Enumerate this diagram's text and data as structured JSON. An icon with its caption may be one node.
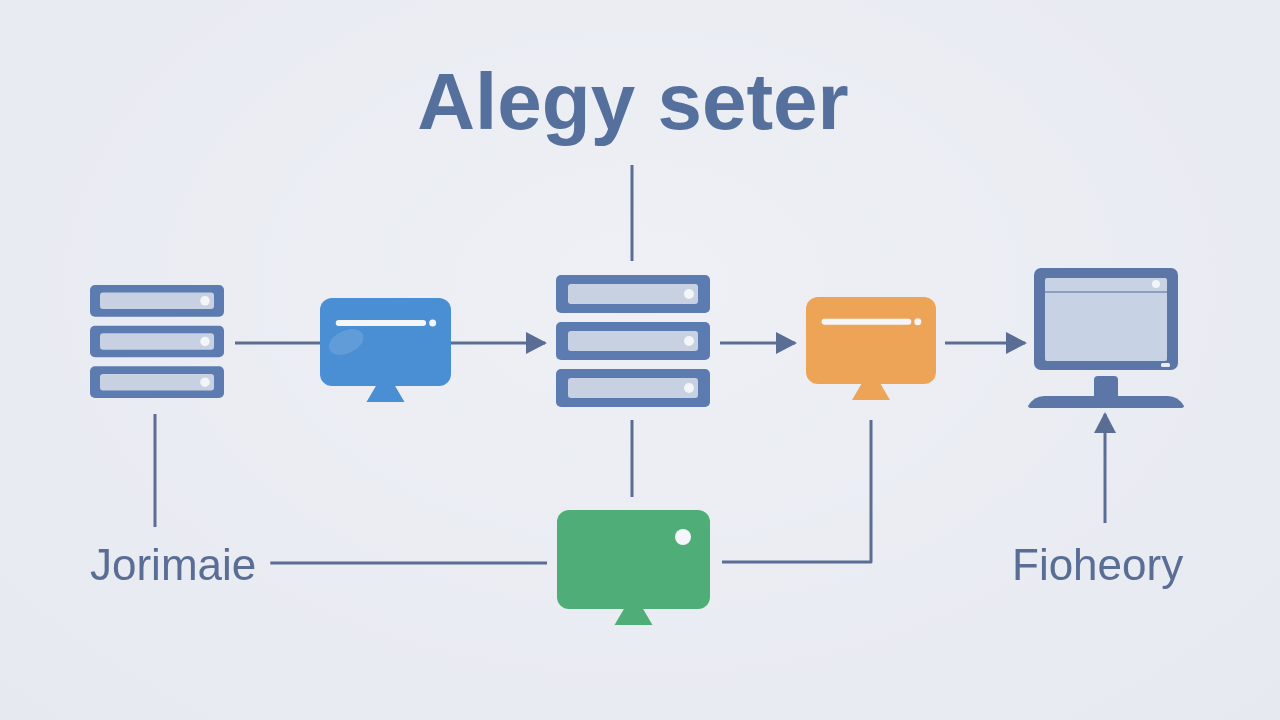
{
  "diagram": {
    "title": "Alegy seter",
    "nodes": [
      {
        "text": [],
        "shape": "server"
      },
      {
        "text": [],
        "shape": "monitor"
      },
      {
        "text": [],
        "shape": "server"
      },
      {
        "text": [],
        "shape": "monitor"
      },
      {
        "text": [],
        "shape": "monitor"
      },
      {
        "text": [
          "Jorimaie"
        ]
      },
      {
        "text": [],
        "shape": "monitor"
      },
      {
        "text": [
          "Fioheory"
        ]
      }
    ],
    "edges": [
      {
        "from": 0,
        "to": 1,
        "arrow": "none"
      },
      {
        "from": 1,
        "to": 2,
        "arrow": "to"
      },
      {
        "from": 2,
        "to": 3,
        "arrow": "to"
      },
      {
        "from": 3,
        "to": 4,
        "arrow": "to"
      },
      {
        "from": null,
        "to": 2,
        "arrow": "none"
      },
      {
        "from": 0,
        "to": 5,
        "arrow": "none"
      },
      {
        "from": 2,
        "to": 6,
        "arrow": "none"
      },
      {
        "from": 5,
        "to": 6,
        "arrow": "none"
      },
      {
        "from": 3,
        "to": 6,
        "arrow": "none"
      },
      {
        "from": 7,
        "to": 4,
        "arrow": "to"
      }
    ]
  }
}
